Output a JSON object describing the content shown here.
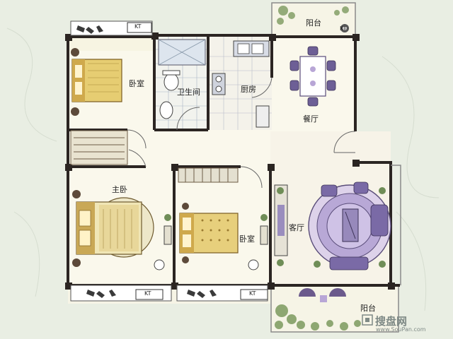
{
  "rooms": {
    "balcony_top": "阳台",
    "bedroom_nw": "卧室",
    "bathroom": "卫生间",
    "kitchen": "厨房",
    "dining": "餐厅",
    "master_bedroom": "主卧",
    "bedroom_mid": "卧室",
    "living": "客厅",
    "balcony_bottom": "阳台"
  },
  "ac_marks": [
    "KT",
    "KT",
    "KT",
    "KT"
  ],
  "watermark": {
    "brand": "搜盘网",
    "url": "www.SouPan.com"
  },
  "colors": {
    "background": "#e9eee3",
    "floor": "#faf8ec",
    "wall": "#2b2522",
    "bed": "#e2c86e",
    "furniture": "#8a7db0",
    "plant": "#6f8d57"
  }
}
